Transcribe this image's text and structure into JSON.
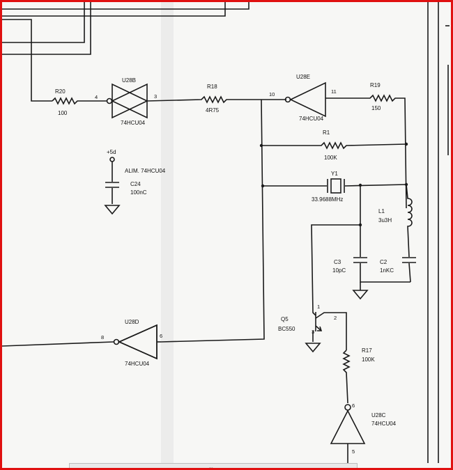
{
  "colors": {
    "frame": "#e01010",
    "ink": "#1a1a1a",
    "paper": "#f7f7f5"
  },
  "parts": {
    "r20": {
      "ref": "R20",
      "value": "100"
    },
    "r18": {
      "ref": "R18",
      "value": "4R75"
    },
    "r19": {
      "ref": "R19",
      "value": "150"
    },
    "r1": {
      "ref": "R1",
      "value": "100K"
    },
    "r17": {
      "ref": "R17",
      "value": "100K"
    },
    "u28b": {
      "ref": "U28B",
      "part": "74HCU04",
      "pin_in": "4",
      "pin_out": "3"
    },
    "u28e": {
      "ref": "U28E",
      "part": "74HCU04",
      "pin_in": "10",
      "pin_out": "11"
    },
    "u28d": {
      "ref": "U28D",
      "part": "74HCU04",
      "pin_in": "8",
      "pin_out": "6"
    },
    "u28c": {
      "ref": "U28C",
      "part": "74HCU04",
      "pin_in": "6",
      "pin_out": "5"
    },
    "y1": {
      "ref": "Y1",
      "value": "33.9688MHz"
    },
    "l1": {
      "ref": "L1",
      "value": "3u3H"
    },
    "c3": {
      "ref": "C3",
      "value": "10pC"
    },
    "c2": {
      "ref": "C2",
      "value": "1nKC"
    },
    "c24": {
      "ref": "C24",
      "value": "100nC"
    },
    "q5": {
      "ref": "Q5",
      "value": "BC550",
      "pin_c": "1",
      "pin_b": "2",
      "pin_e": "3"
    },
    "supply": {
      "net": "+5d",
      "note": "ALIM. 74HCU04"
    }
  },
  "scrollbar": {
    "grip": "..."
  }
}
